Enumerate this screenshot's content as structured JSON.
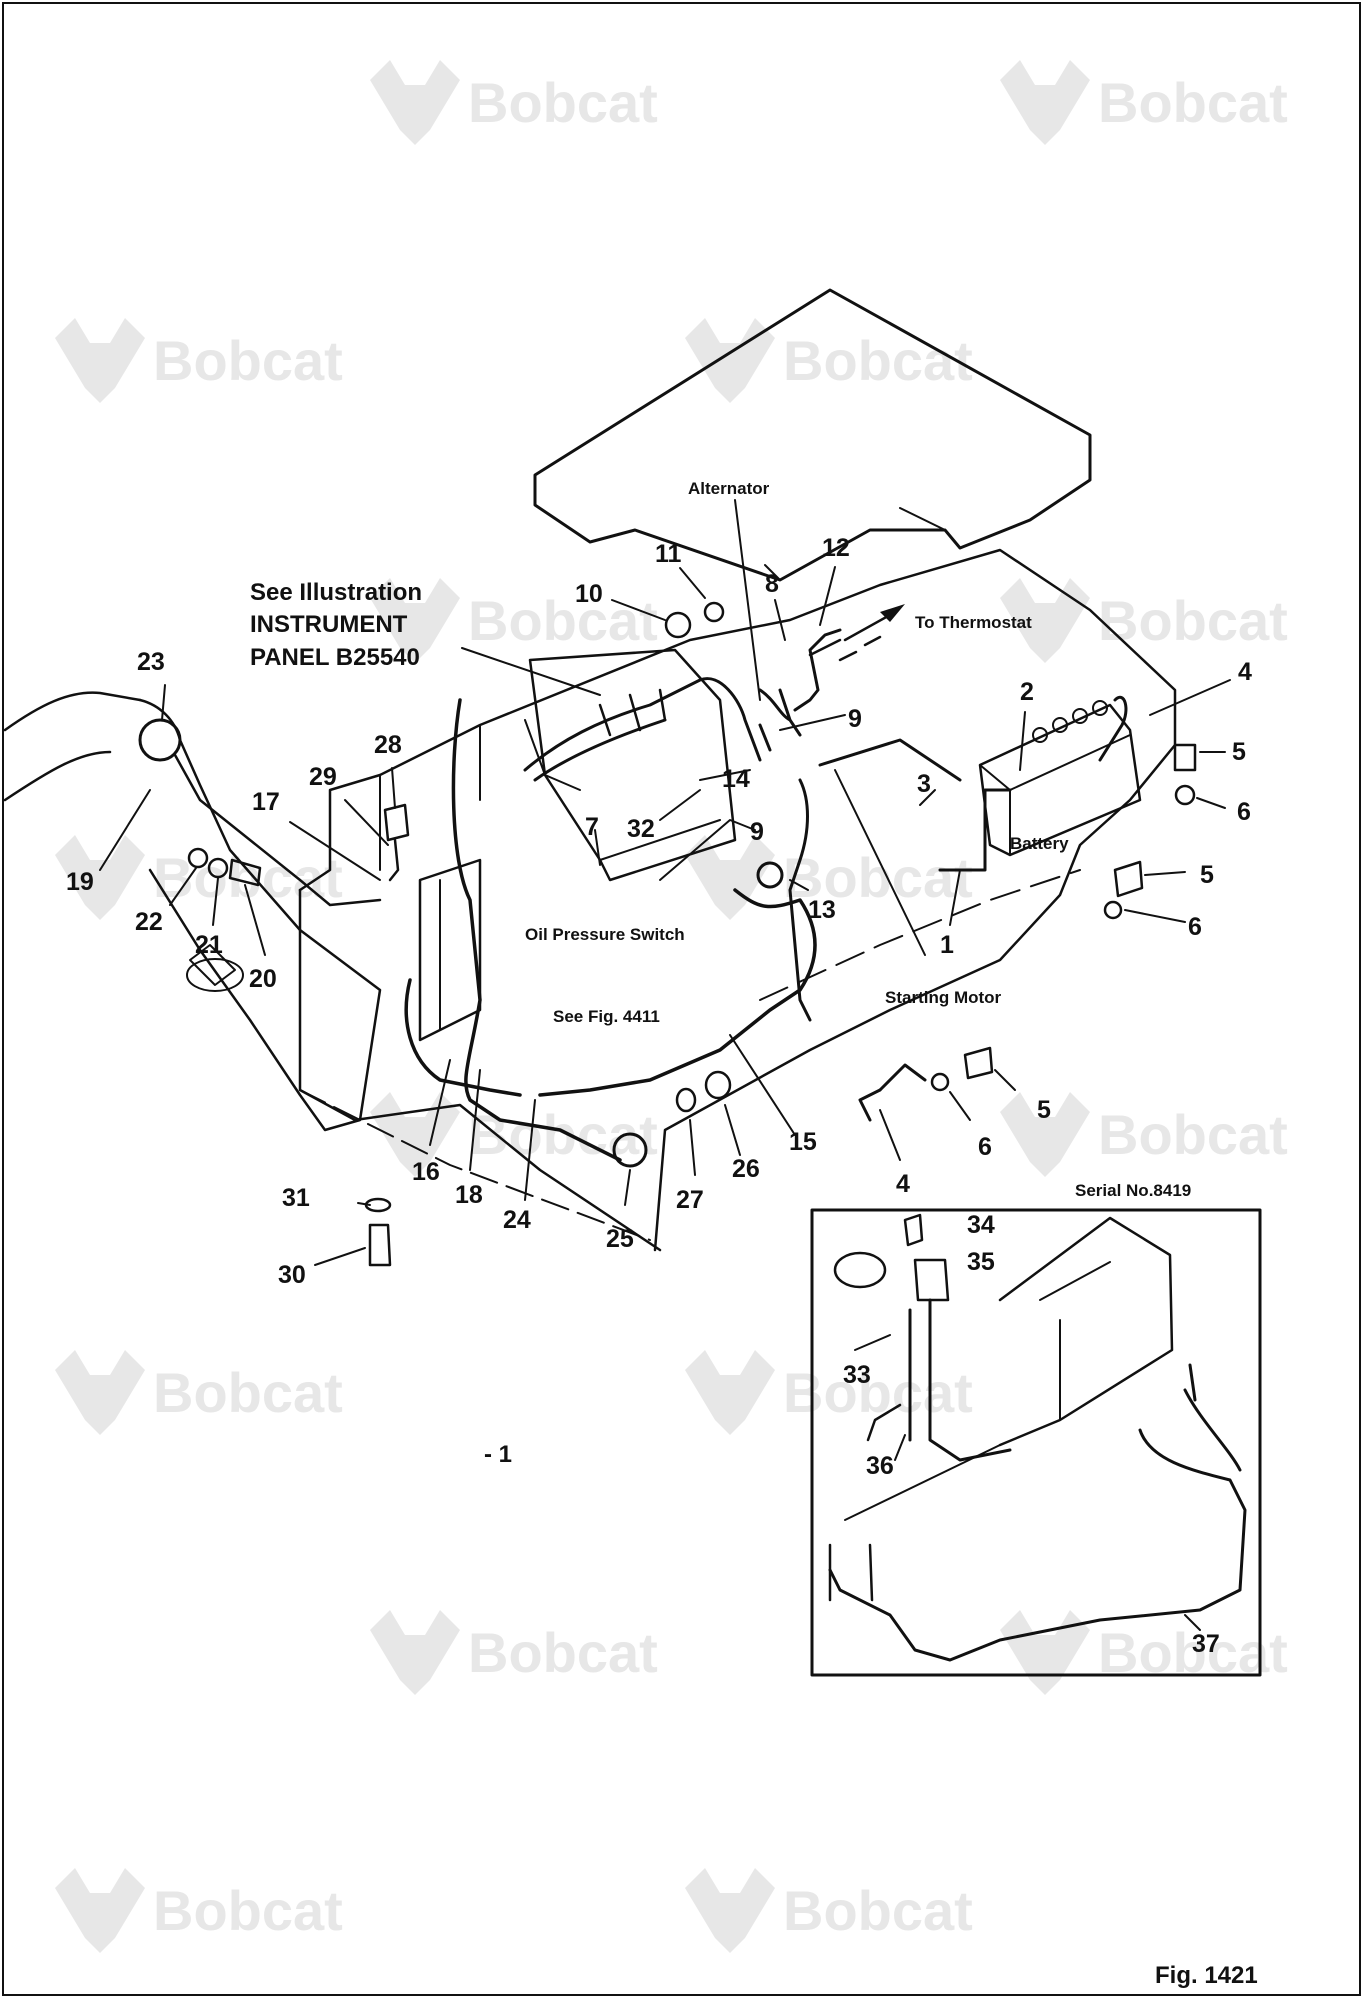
{
  "watermark": {
    "text": "Bobcat"
  },
  "figure": {
    "number_label": "Fig. 1421"
  },
  "instrument_note": {
    "line1": "See Illustration",
    "line2": "INSTRUMENT",
    "line3": "PANEL B25540"
  },
  "labels": {
    "alternator": "Alternator",
    "to_thermostat": "To Thermostat",
    "battery": "Battery",
    "oil_pressure_switch": "Oil Pressure Switch",
    "see_fig": "See Fig. 4411",
    "starting_motor": "Starting Motor",
    "serial_no": "Serial No.8419",
    "dash_note": "- 1"
  },
  "callouts": [
    {
      "id": "c1",
      "text": "1"
    },
    {
      "id": "c2",
      "text": "2"
    },
    {
      "id": "c3",
      "text": "3"
    },
    {
      "id": "c4a",
      "text": "4"
    },
    {
      "id": "c4b",
      "text": "4"
    },
    {
      "id": "c5a",
      "text": "5"
    },
    {
      "id": "c5b",
      "text": "5"
    },
    {
      "id": "c5c",
      "text": "5"
    },
    {
      "id": "c6a",
      "text": "6"
    },
    {
      "id": "c6b",
      "text": "6"
    },
    {
      "id": "c6c",
      "text": "6"
    },
    {
      "id": "c7",
      "text": "7"
    },
    {
      "id": "c8",
      "text": "8"
    },
    {
      "id": "c9a",
      "text": "9"
    },
    {
      "id": "c9b",
      "text": "9"
    },
    {
      "id": "c10",
      "text": "10"
    },
    {
      "id": "c11",
      "text": "11"
    },
    {
      "id": "c12",
      "text": "12"
    },
    {
      "id": "c13",
      "text": "13"
    },
    {
      "id": "c14",
      "text": "14"
    },
    {
      "id": "c15",
      "text": "15"
    },
    {
      "id": "c16",
      "text": "16"
    },
    {
      "id": "c17",
      "text": "17"
    },
    {
      "id": "c18",
      "text": "18"
    },
    {
      "id": "c19",
      "text": "19"
    },
    {
      "id": "c20",
      "text": "20"
    },
    {
      "id": "c21",
      "text": "21"
    },
    {
      "id": "c22",
      "text": "22"
    },
    {
      "id": "c23",
      "text": "23"
    },
    {
      "id": "c24",
      "text": "24"
    },
    {
      "id": "c25",
      "text": "25"
    },
    {
      "id": "c26",
      "text": "26"
    },
    {
      "id": "c27",
      "text": "27"
    },
    {
      "id": "c28",
      "text": "28"
    },
    {
      "id": "c29",
      "text": "29"
    },
    {
      "id": "c30",
      "text": "30"
    },
    {
      "id": "c31",
      "text": "31"
    },
    {
      "id": "c32",
      "text": "32"
    },
    {
      "id": "c33",
      "text": "33"
    },
    {
      "id": "c34",
      "text": "34"
    },
    {
      "id": "c35",
      "text": "35"
    },
    {
      "id": "c36",
      "text": "36"
    },
    {
      "id": "c37",
      "text": "37"
    }
  ],
  "colors": {
    "ink": "#111111",
    "watermark": "#e7e7e7",
    "background": "#ffffff"
  }
}
